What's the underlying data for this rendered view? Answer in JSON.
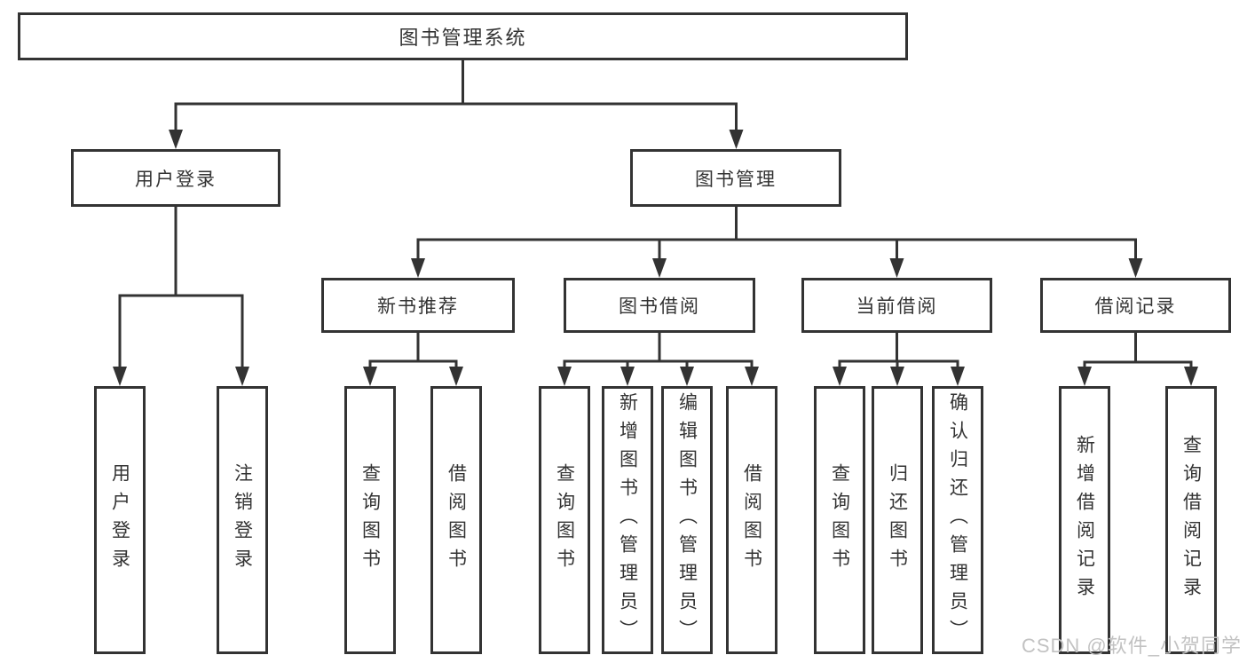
{
  "colors": {
    "line": "#333333",
    "box_border": "#333333",
    "text": "#333333",
    "watermark": "#c2c2c2",
    "background": "#ffffff"
  },
  "watermark": {
    "text": "CSDN @软件_小贺同学"
  },
  "tree": {
    "root": {
      "label": "图书管理系统"
    },
    "children": [
      {
        "label": "用户登录",
        "children": [
          {
            "label": "用户登录"
          },
          {
            "label": "注销登录"
          }
        ]
      },
      {
        "label": "图书管理",
        "children": [
          {
            "label": "新书推荐",
            "children": [
              {
                "label": "查询图书"
              },
              {
                "label": "借阅图书"
              }
            ]
          },
          {
            "label": "图书借阅",
            "children": [
              {
                "label": "查询图书"
              },
              {
                "label": "新增图书（管理员）"
              },
              {
                "label": "编辑图书（管理员）"
              },
              {
                "label": "借阅图书"
              }
            ]
          },
          {
            "label": "当前借阅",
            "children": [
              {
                "label": "查询图书"
              },
              {
                "label": "归还图书"
              },
              {
                "label": "确认归还（管理员）"
              }
            ]
          },
          {
            "label": "借阅记录",
            "children": [
              {
                "label": "新增借阅记录"
              },
              {
                "label": "查询借阅记录"
              }
            ]
          }
        ]
      }
    ]
  }
}
